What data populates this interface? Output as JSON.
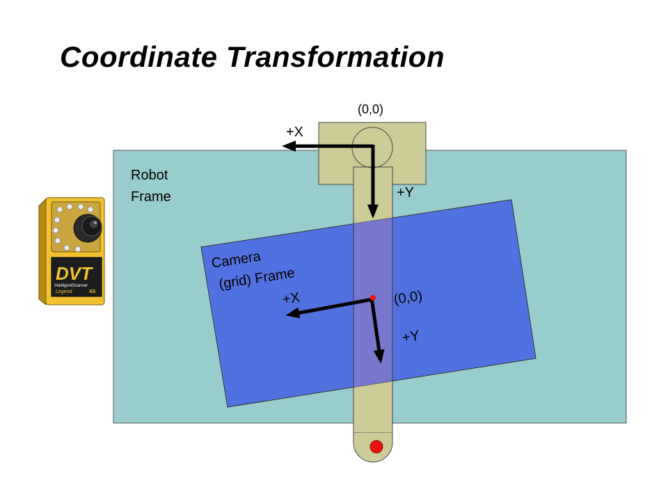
{
  "title": "Coordinate Transformation",
  "robot_frame": {
    "label_line1": "Robot",
    "label_line2": "Frame",
    "origin_label": "(0,0)",
    "x_axis_label": "+X",
    "y_axis_label": "+Y"
  },
  "camera_frame": {
    "label_line1": "Camera",
    "label_line2": "(grid) Frame",
    "origin_label": "(0,0)",
    "x_axis_label": "+X",
    "y_axis_label": "+Y"
  },
  "camera_device": {
    "brand": "DVT",
    "model_line": "IntelligentScanner",
    "series": "Legend",
    "variant": "XS"
  },
  "colors": {
    "robot_area": "#99cccc",
    "camera_grid": "#5271e0",
    "overlap": "#7777cc",
    "robot_arm": "#cccc99",
    "point_marker": "#ee1111",
    "camera_body": "#f2c230",
    "axis_arrow": "#000000"
  }
}
